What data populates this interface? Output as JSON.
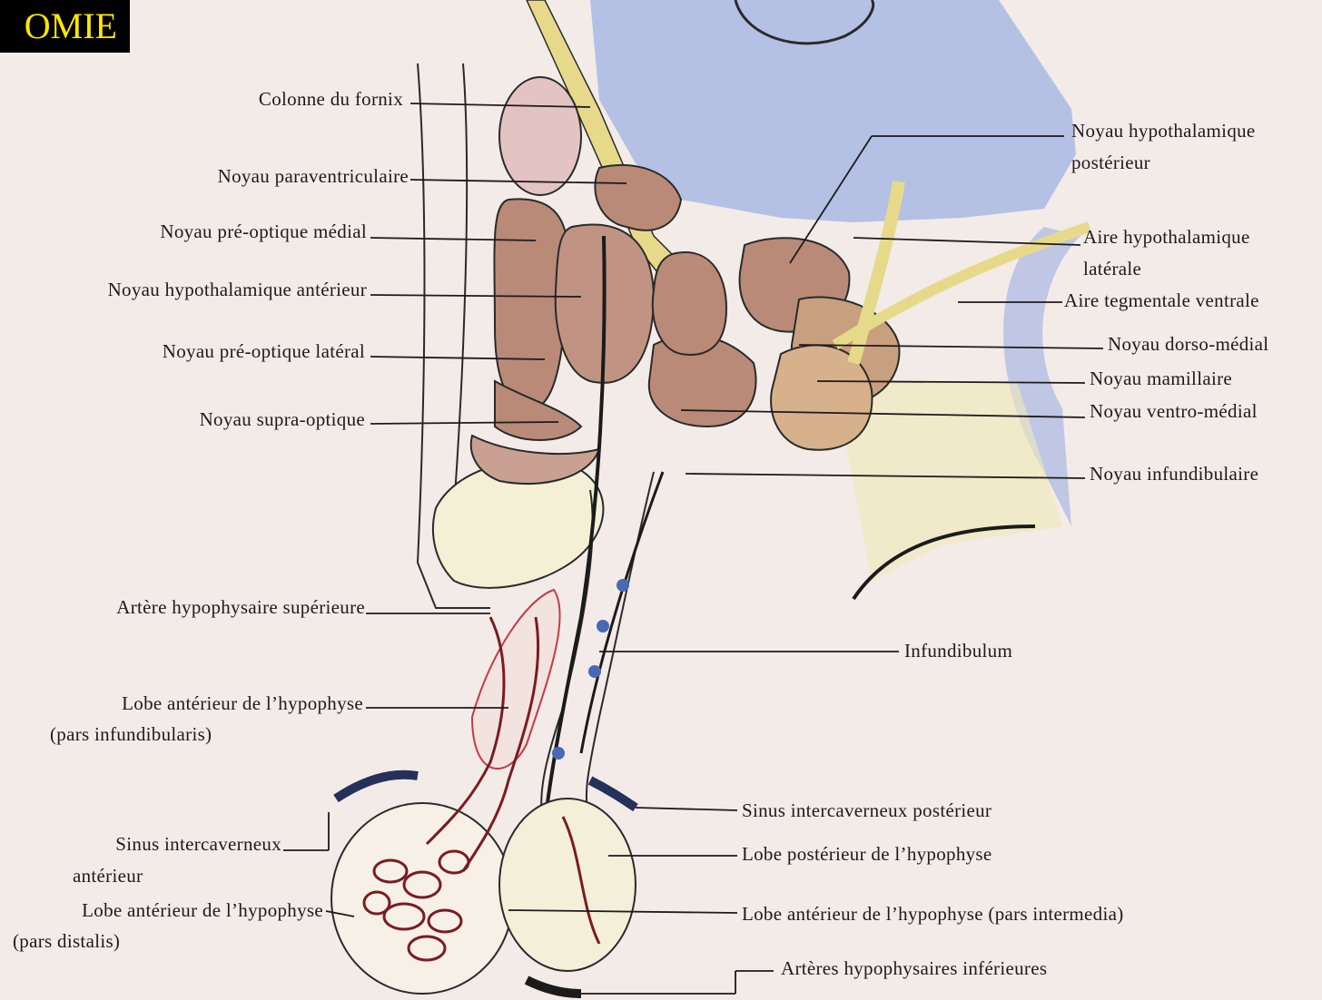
{
  "slide": {
    "title": "OMIE",
    "colors": {
      "slide_border": "#1a2ccc",
      "title_background": "#000000",
      "title_text": "#ffe600",
      "paper": "#f3ebe8",
      "nuclei_fill": "#b98a78",
      "ventricle_fill": "#a9b8e4",
      "fiber_yellow": "#e6da8a",
      "vessel_red": "#c33a48",
      "vessel_blue": "#4a69b4"
    }
  },
  "labels_left": [
    {
      "key": "colonne_fornix",
      "text": "Colonne du fornix"
    },
    {
      "key": "paraventriculaire",
      "text": "Noyau paraventriculaire"
    },
    {
      "key": "preoptique_medial",
      "text": "Noyau pré-optique médial"
    },
    {
      "key": "hypothalamique_anterieur",
      "text": "Noyau hypothalamique antérieur"
    },
    {
      "key": "preoptique_lateral",
      "text": "Noyau pré-optique latéral"
    },
    {
      "key": "supra_optique",
      "text": "Noyau supra-optique"
    },
    {
      "key": "artere_sup",
      "text": "Artère hypophysaire supérieure"
    },
    {
      "key": "lobe_ant_infund_1",
      "text": "Lobe antérieur de l’hypophyse"
    },
    {
      "key": "lobe_ant_infund_2",
      "text": "(pars infundibularis)"
    },
    {
      "key": "sinus_ant_1",
      "text": "Sinus intercaverneux"
    },
    {
      "key": "sinus_ant_2",
      "text": "antérieur"
    },
    {
      "key": "lobe_ant_dist_1",
      "text": "Lobe antérieur de l’hypophyse"
    },
    {
      "key": "lobe_ant_dist_2",
      "text": "(pars distalis)"
    }
  ],
  "labels_right": [
    {
      "key": "hypoth_post_1",
      "text": "Noyau hypothalamique"
    },
    {
      "key": "hypoth_post_2",
      "text": "postérieur"
    },
    {
      "key": "aire_lat_1",
      "text": "Aire hypothalamique"
    },
    {
      "key": "aire_lat_2",
      "text": "latérale"
    },
    {
      "key": "tegmentale",
      "text": "Aire tegmentale ventrale"
    },
    {
      "key": "dorso_medial",
      "text": "Noyau dorso-médial"
    },
    {
      "key": "mamillaire",
      "text": "Noyau mamillaire"
    },
    {
      "key": "ventro_medial",
      "text": "Noyau ventro-médial"
    },
    {
      "key": "infundibulaire",
      "text": "Noyau infundibulaire"
    },
    {
      "key": "infundibulum",
      "text": "Infundibulum"
    },
    {
      "key": "sinus_post",
      "text": "Sinus intercaverneux postérieur"
    },
    {
      "key": "lobe_post",
      "text": "Lobe postérieur de l’hypophyse"
    },
    {
      "key": "lobe_intermedia",
      "text": "Lobe antérieur de l’hypophyse (pars intermedia)"
    },
    {
      "key": "arteres_inf",
      "text": "Artères hypophysaires inférieures"
    }
  ]
}
